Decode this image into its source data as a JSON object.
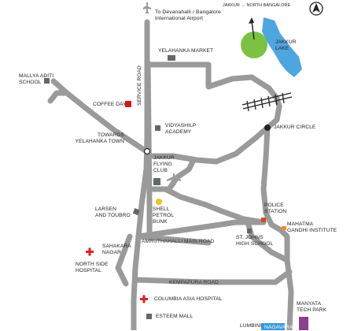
{
  "title": "",
  "colors": {
    "road": "#9a9a9a",
    "lake": "#4da6e0",
    "park": "#7cc242",
    "hospital": "#e21f26",
    "landmark_square": "#666666",
    "coffee_day": "#d3191f",
    "police": "#d44b1e",
    "institute": "#f18e2c",
    "bunk": "#f0c419",
    "tech_park": "#8a3f8f",
    "nagavara": "#3a9ad9",
    "railway": "#222222"
  },
  "icons": {
    "compass": "north-arrow-icon",
    "airport": "airplane-icon",
    "hospital": "red-cross-icon"
  },
  "labels": {
    "airport_dir": "To Devanahalli / Bangalore\nInternational Airport",
    "jakkur_north": "JAKKUR → NORTH BANGALORE",
    "jakkur_lake": "JAKKUR\nLAKE",
    "yelahanka_market": "YELAHANKA MARKET",
    "mallya": "MALLYA ADITI\nSCHOOL",
    "service_road": "SERVICE ROAD",
    "coffee_day": "COFFEE DAY",
    "vidyashilp": "VIDYASHILP\nACADEMY",
    "towards_yelahanka": "TOWARDS\nYELAHANKA TOWN",
    "jakkur_circle": "JAKKUR CIRCLE",
    "jakkur_flying": "JAKKUR\nFLYING\nCLUB",
    "larsen": "LARSEN\nAND TOUBRO",
    "shell": "SHELL\nPETROL\nBUNK",
    "police": "POLICE\nSTATION",
    "mahatma": "MAHATMA\nGANDHI INSTITUTE",
    "amruthahalli": "AMRUTHAHALLI MAIN ROAD",
    "st_johns": "ST. JOHNS\nHIGH SCHOOL",
    "sahakara": "SAHAKARA\nNAGAR",
    "north_side": "NORTH SIDE\nHOSPITAL",
    "kempapura": "KEMPAPURA ROAD",
    "columbia": "COLUMBIA ASIA HOSPITAL",
    "esteem": "ESTEEM MALL",
    "manyata": "MANYATA\nTECH PARK",
    "lumbini": "LUMBINI",
    "nagavara": "NAGAVARA"
  }
}
